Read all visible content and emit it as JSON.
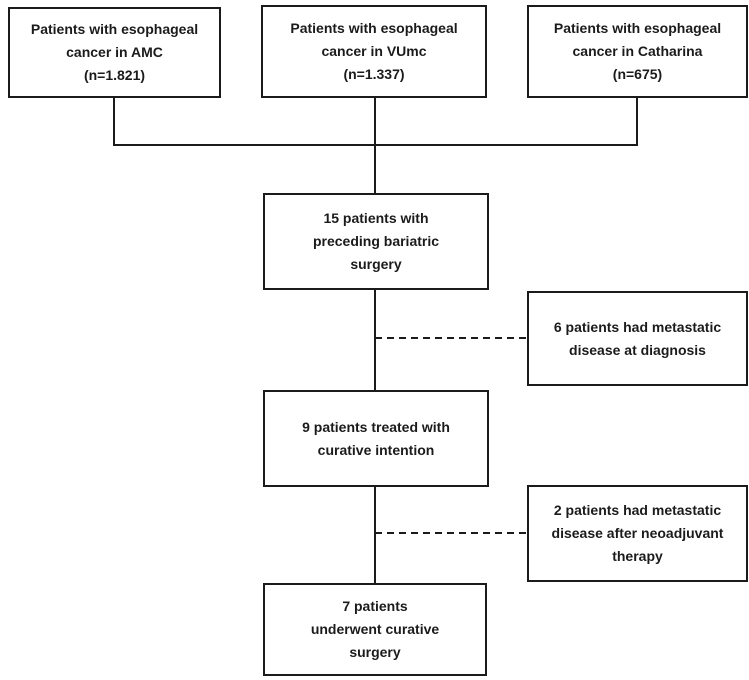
{
  "diagram": {
    "type": "flowchart",
    "background_color": "#ffffff",
    "line_color": "#1b1b1b",
    "boxes": {
      "amc": {
        "text": "Patients with esophageal\ncancer in AMC\n(n=1.821)"
      },
      "vumc": {
        "text": "Patients with esophageal\ncancer in VUmc\n(n=1.337)"
      },
      "catharina": {
        "text": "Patients with esophageal\ncancer in Catharina\n(n=675)"
      },
      "bariatric": {
        "text": "15 patients with\npreceding bariatric\nsurgery"
      },
      "metastatic_diagnosis": {
        "text": "6 patients had metastatic\ndisease at diagnosis"
      },
      "curative_intention": {
        "text": "9 patients treated with\ncurative intention"
      },
      "metastatic_neoadjuvant": {
        "text": "2 patients had metastatic\ndisease after neoadjuvant\ntherapy"
      },
      "curative_surgery": {
        "text": "7 patients\nunderwent curative\nsurgery"
      }
    },
    "edges": [
      {
        "from": "amc",
        "to": "bariatric",
        "style": "solid"
      },
      {
        "from": "vumc",
        "to": "bariatric",
        "style": "solid"
      },
      {
        "from": "catharina",
        "to": "bariatric",
        "style": "solid"
      },
      {
        "from": "bariatric",
        "to": "metastatic_diagnosis",
        "style": "dashed"
      },
      {
        "from": "bariatric",
        "to": "curative_intention",
        "style": "solid"
      },
      {
        "from": "curative_intention",
        "to": "metastatic_neoadjuvant",
        "style": "dashed"
      },
      {
        "from": "curative_intention",
        "to": "curative_surgery",
        "style": "solid"
      }
    ]
  }
}
